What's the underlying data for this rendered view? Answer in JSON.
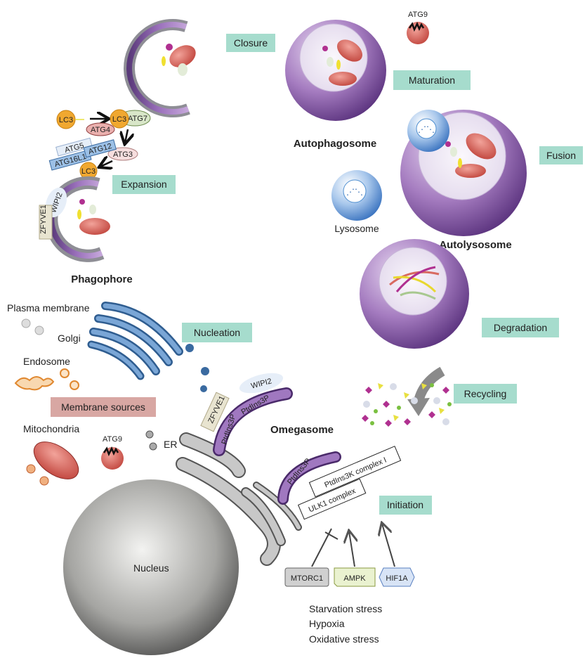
{
  "colors": {
    "step_box": "#a6dccd",
    "membrane_sources_box": "#d8a7a3",
    "vesicle_purple": "#8a5aa8",
    "lysosome_blue": "#4f8fd0",
    "mitochondria_red": "#d3685f",
    "lc3_orange": "#f0a830",
    "nucleus_gray": "#777777"
  },
  "steps": {
    "closure": "Closure",
    "maturation": "Maturation",
    "fusion": "Fusion",
    "expansion": "Expansion",
    "nucleation": "Nucleation",
    "degradation": "Degradation",
    "recycling": "Recycling",
    "initiation": "Initiation"
  },
  "structures": {
    "autophagosome": "Autophagosome",
    "autolysosome": "Autolysosome",
    "lysosome": "Lysosome",
    "phagophore": "Phagophore",
    "omegasome": "Omegasome",
    "nucleus": "Nucleus",
    "er": "ER"
  },
  "membrane_sources": {
    "title": "Membrane sources",
    "plasma_membrane": "Plasma membrane",
    "golgi": "Golgi",
    "endosome": "Endosome",
    "mitochondria": "Mitochondria",
    "atg9": "ATG9"
  },
  "expansion_proteins": {
    "lc3_a": "LC3",
    "lc3_b": "LC3",
    "lc3_c": "LC3",
    "atg7": "ATG7",
    "atg4": "ATG4",
    "atg5": "ATG5",
    "atg12": "ATG12",
    "atg16l1": "ATG16L1",
    "atg3": "ATG3",
    "wipi2": "WIPI2",
    "zfyve1": "ZFYVE1"
  },
  "top_atg9": "ATG9",
  "omegasome_proteins": {
    "wipi2": "WIPI2",
    "zfyve1": "ZFYVE1",
    "ptdins3p_a": "PtdIns3P",
    "ptdins3p_b": "PtdIns3P",
    "ptdins3p_c": "PtdIns3P",
    "ptdins3k_complex": "PtdIns3K complex I",
    "ulk1_complex": "ULK1 complex"
  },
  "regulators": {
    "mtorc1": "MTORC1",
    "ampk": "AMPK",
    "hif1a": "HIF1A"
  },
  "stresses": [
    "Starvation stress",
    "Hypoxia",
    "Oxidative stress"
  ]
}
